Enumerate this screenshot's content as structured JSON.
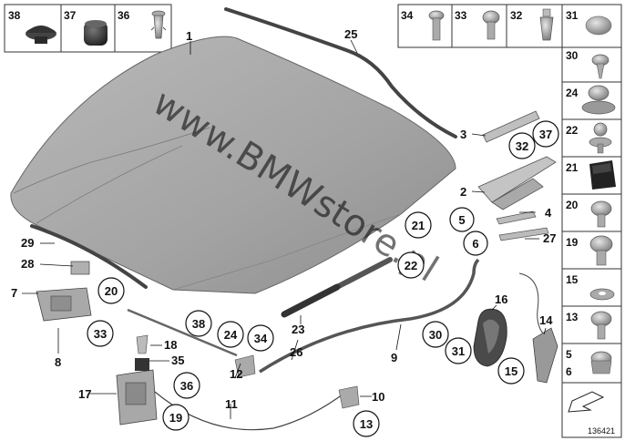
{
  "watermark": "www.BMWstore.pl",
  "reference_number": "136421",
  "top_left_box": [
    {
      "number": "38",
      "icon": "round-plug-cap-icon"
    },
    {
      "number": "37",
      "icon": "rubber-buffer-icon"
    },
    {
      "number": "36",
      "icon": "expanding-rivet-icon"
    }
  ],
  "top_right_box": [
    {
      "number": "34",
      "icon": "hex-bolt-icon"
    },
    {
      "number": "33",
      "icon": "flange-screw-icon"
    },
    {
      "number": "32",
      "icon": "spreader-rivet-icon"
    },
    {
      "number": "31",
      "icon": "plug-cap-icon"
    }
  ],
  "right_column": [
    {
      "number": "30",
      "icon": "screw-icon"
    },
    {
      "number": "24",
      "icon": "clip-nut-icon"
    },
    {
      "number": "22",
      "icon": "ball-stud-icon"
    },
    {
      "number": "21",
      "icon": "rubber-stop-icon"
    },
    {
      "number": "20",
      "icon": "hex-screw-icon"
    },
    {
      "number": "19",
      "icon": "collar-screw-icon"
    },
    {
      "number": "15",
      "icon": "washer-icon"
    },
    {
      "number": "13",
      "icon": "torx-screw-icon"
    },
    {
      "number": "5",
      "number2": "6",
      "icon": "hex-nut-icon"
    }
  ],
  "callouts": {
    "c1": "1",
    "c25": "25",
    "c3": "3",
    "c2": "2",
    "c4": "4",
    "c27": "27",
    "c29": "29",
    "c28": "28",
    "c7": "7",
    "c8": "8",
    "c18": "18",
    "c35": "35",
    "c12": "12",
    "c17": "17",
    "c11": "11",
    "c23": "23",
    "c26": "26",
    "c9": "9",
    "c16": "16",
    "c14": "14",
    "c10": "10"
  },
  "circles": {
    "o32": "32",
    "o37": "37",
    "o21": "21",
    "o5": "5",
    "o6": "6",
    "o22": "22",
    "o20": "20",
    "o33": "33",
    "o38": "38",
    "o24": "24",
    "o34": "34",
    "o36": "36",
    "o19": "19",
    "o13": "13",
    "o30": "30",
    "o31": "31",
    "o15": "15"
  }
}
